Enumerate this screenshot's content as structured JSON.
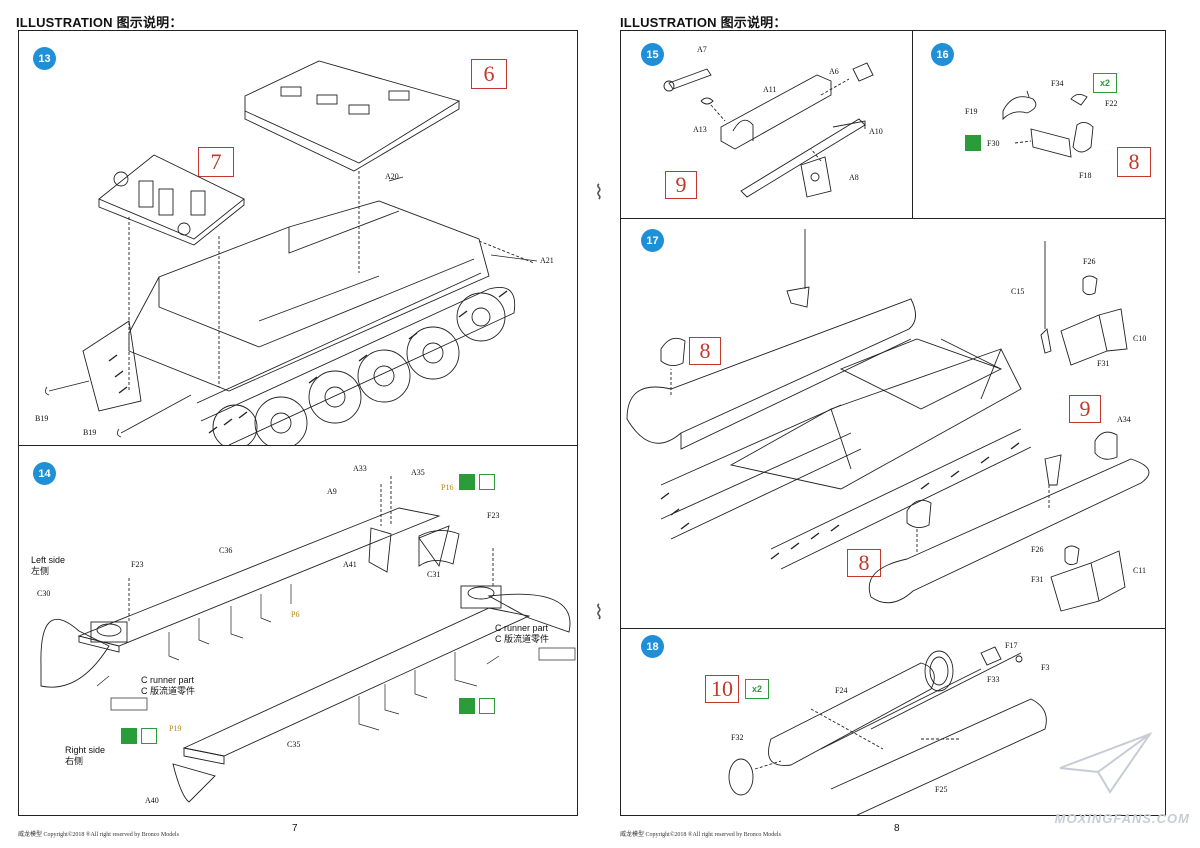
{
  "header": {
    "left": "ILLUSTRATION 图示说明：",
    "right": "ILLUSTRATION 图示说明："
  },
  "steps": {
    "s13": {
      "number": "13",
      "refs": [
        "6",
        "7"
      ],
      "labels": {
        "a20": "A20",
        "a21": "A21",
        "b19a": "B19",
        "b19b": "B19"
      }
    },
    "s14": {
      "number": "14",
      "labels": {
        "a33": "A33",
        "a35": "A35",
        "a9": "A9",
        "p16": "P16",
        "f23a": "F23",
        "f23b": "F23",
        "c36": "C36",
        "a41": "A41",
        "c31": "C31",
        "c30": "C30",
        "p6": "P6",
        "c35": "C35",
        "p19": "P19",
        "a40": "A40"
      },
      "left_side": "Left side",
      "left_side_cn": "左侧",
      "right_side": "Right  side",
      "right_side_cn": "右侧",
      "runner_note_1": "C runner part",
      "runner_note_1_cn": "C 版流道零件",
      "runner_note_2": "C runner part",
      "runner_note_2_cn": "C 版流道零件"
    },
    "s15": {
      "number": "15",
      "ref": "9",
      "labels": {
        "a7": "A7",
        "a6": "A6",
        "a11": "A11",
        "a13": "A13",
        "a10": "A10",
        "a8": "A8"
      }
    },
    "s16": {
      "number": "16",
      "ref": "8",
      "x2": "x2",
      "labels": {
        "f34": "F34",
        "f19": "F19",
        "f22": "F22",
        "f30": "F30",
        "f18": "F18"
      }
    },
    "s17": {
      "number": "17",
      "refs": [
        "8",
        "9",
        "8"
      ],
      "labels": {
        "f26a": "F26",
        "c15": "C15",
        "c10": "C10",
        "f31a": "F31",
        "a34": "A34",
        "f26b": "F26",
        "f31b": "F31",
        "c11": "C11"
      }
    },
    "s18": {
      "number": "18",
      "ref": "10",
      "x2": "x2",
      "labels": {
        "f17": "F17",
        "f3": "F3",
        "f24": "F24",
        "f33": "F33",
        "f32": "F32",
        "f25": "F25"
      }
    }
  },
  "footer": {
    "left": "威龙模型   Copyright©2018  ®All right reserved by Bronco Models",
    "right": "威龙模型   Copyright©2018  ®All right reserved by Bronco Models",
    "page_left": "7",
    "page_right": "8"
  },
  "watermark": "MOXINGFANS.COM",
  "colors": {
    "step_blue": "#1f8fd6",
    "ref_red": "#c0392b",
    "badge_green": "#2a9d3a",
    "paint_yellow": "#b8860b"
  }
}
